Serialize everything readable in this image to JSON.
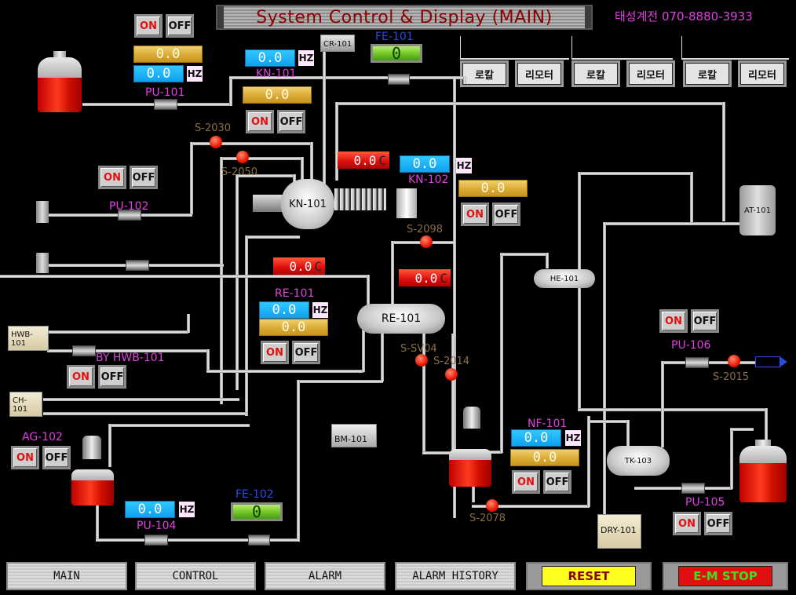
{
  "header": {
    "title": "System Control & Display (MAIN)",
    "company": "태성계전  070-8880-3933"
  },
  "mode_switches": [
    {
      "local_label": "로칼",
      "remote_label": "리모터"
    },
    {
      "local_label": "로칼",
      "remote_label": "리모터"
    },
    {
      "local_label": "로칼",
      "remote_label": "리모터"
    }
  ],
  "common": {
    "on_label": "ON",
    "off_label": "OFF",
    "hz_unit": "HZ",
    "temp_unit": "C"
  },
  "equipment": {
    "pu101": {
      "label": "PU-101",
      "value": "0.0",
      "hz": "0.0"
    },
    "kn101": {
      "label": "KN-101",
      "hz": "0.0",
      "value": "0.0",
      "vessel_label": "KN-101"
    },
    "cr101": {
      "label": "CR-101"
    },
    "fe101": {
      "label": "FE-101",
      "flow": "0"
    },
    "kn102": {
      "label": "KN-102",
      "hz": "0.0",
      "value": "0.0",
      "temp": "0.0"
    },
    "pu102": {
      "label": "PU-102"
    },
    "re101": {
      "label": "RE-101",
      "hz": "0.0",
      "value": "0.0",
      "temp_in": "0.0",
      "temp_vessel": "0.0",
      "vessel_label": "RE-101"
    },
    "hwb101": {
      "label": "HWB-101",
      "bypass_label": "BY HWB-101"
    },
    "ch101": {
      "label": "CH-101"
    },
    "ag102": {
      "label": "AG-102"
    },
    "pu104": {
      "label": "PU-104",
      "hz": "0.0"
    },
    "fe102": {
      "label": "FE-102",
      "flow": "0"
    },
    "bm101": {
      "label": "BM-101"
    },
    "nf101": {
      "label": "NF-101",
      "hz": "0.0",
      "value": "0.0"
    },
    "he101": {
      "label": "HE-101"
    },
    "at101": {
      "label": "AT-101"
    },
    "pu106": {
      "label": "PU-106"
    },
    "tk103": {
      "label": "TK-103"
    },
    "pu105": {
      "label": "PU-105"
    },
    "dry101": {
      "label": "DRY-101"
    }
  },
  "valves": {
    "s2030": "S-2030",
    "s2050": "S-2050",
    "s2098": "S-2098",
    "ssv04": "S-SV04",
    "s2014": "S-2014",
    "s2078": "S-2078",
    "s2015": "S-2015"
  },
  "nav": {
    "main": "MAIN",
    "control": "CONTROL",
    "alarm": "ALARM",
    "alarm_history": "ALARM HISTORY",
    "reset": "RESET",
    "em_stop": "E-M STOP"
  },
  "colors": {
    "label_magenta": "#e040e0",
    "valve_label_brown": "#8a6e46",
    "flow_label_blue": "#2a4be0",
    "reset_bg": "#ffff20",
    "estop_bg": "#e01010",
    "estop_text": "#40e020"
  }
}
